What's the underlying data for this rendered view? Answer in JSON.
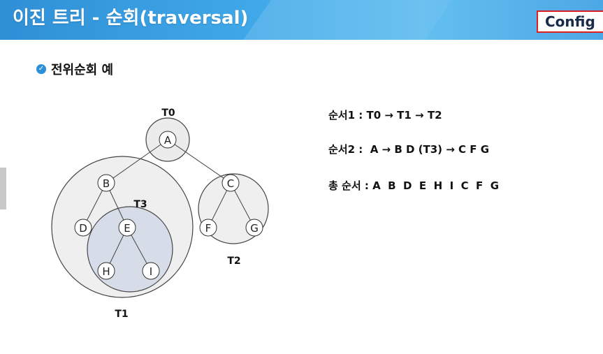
{
  "header": {
    "title": "이진 트리 - 순회(traversal)",
    "config_label": "Config"
  },
  "section": {
    "heading": "전위순회 예"
  },
  "tree": {
    "subtree_labels": {
      "t0": "T0",
      "t1": "T1",
      "t2": "T2",
      "t3": "T3"
    },
    "nodes": {
      "a": "A",
      "b": "B",
      "c": "C",
      "d": "D",
      "e": "E",
      "f": "F",
      "g": "G",
      "h": "H",
      "i": "I"
    }
  },
  "orders": [
    "순서1 : T0 → T1 → T2",
    "순서2 :  A → B D (T3) → C F G",
    "총 순서 : A  B  D  E  H  I  C  F  G"
  ]
}
